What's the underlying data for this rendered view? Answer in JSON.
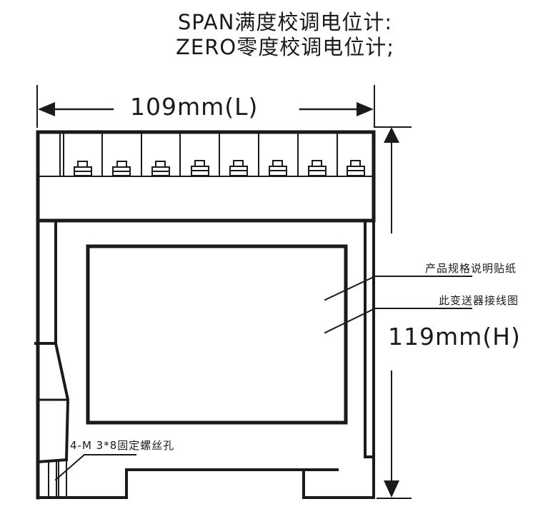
{
  "header": {
    "line1": "SPAN满度校调电位计:",
    "line2": "ZERO零度校调电位计;"
  },
  "dimensions": {
    "length_label": "109mm(L)",
    "height_label": "119mm(H)"
  },
  "callouts": {
    "label_sticker": "产品规格说明贴纸",
    "wiring_diagram": "此变送器接线图",
    "mount_holes": "4-M 3*8固定螺丝孔"
  },
  "device": {
    "terminal_count": 8
  },
  "colors": {
    "line": "#1a1a1a",
    "background": "#ffffff"
  }
}
